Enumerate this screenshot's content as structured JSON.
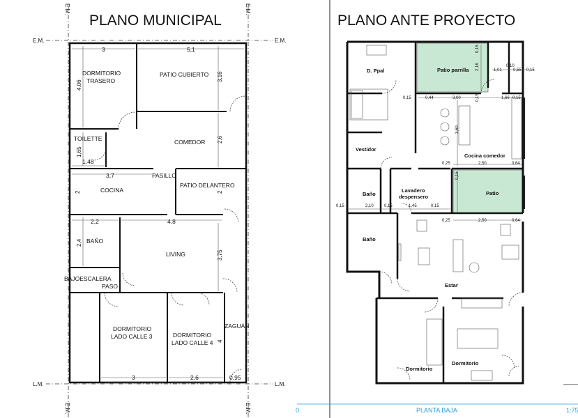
{
  "municipal": {
    "title": "PLANO MUNICIPAL",
    "axis_top_left": "E.M.",
    "axis_top_right": "E.M.",
    "axis_left": "E.M.",
    "axis_right": "E.M.",
    "axis_bottom_left": "L.M.",
    "axis_bottom_right": "L.M.",
    "axis_foot_left": "E.M.",
    "axis_foot_right": "E.M.",
    "rooms": {
      "dormitorio_trasero_1": "DORMITORIO",
      "dormitorio_trasero_2": "TRASERO",
      "patio_cubierto": "PATIO CUBIERTO",
      "toilette": "TOILETTE",
      "comedor": "COMEDOR",
      "pasillo": "PASILLO",
      "cocina": "COCINA",
      "patio_delantero": "PATIO DELANTERO",
      "bano": "BAÑO",
      "living": "LIVING",
      "bajoescalera": "BAJOESCALERA",
      "paso": "PASO",
      "dorm_calle3_1": "DORMITORIO",
      "dorm_calle3_2": "LADO CALLE 3",
      "dorm_calle4_1": "DORMITORIO",
      "dorm_calle4_2": "LADO CALLE 4",
      "zaguan": "ZAGUÁN"
    },
    "dims": {
      "d3_top": "3",
      "d51": "5,1",
      "d406": "4,06",
      "d316": "3,16",
      "d165": "1,65",
      "d148": "1,48",
      "d26_mid": "2,6",
      "d37": "3,7",
      "d2_cocina": "2",
      "d2_patio": "2",
      "d22": "2,2",
      "d48": "4,8",
      "d24": "2,4",
      "d375": "3,75",
      "d4": "4",
      "d3_bottom": "3",
      "d26_bottom": "2,6",
      "d095": "0,95"
    }
  },
  "anteproyecto": {
    "title": "PLANO ANTE PROYECTO",
    "rooms": {
      "d_ppal": "D. Ppal",
      "patio_parrilla": "Patio parrilla",
      "vestidor": "Vestidor",
      "cocina_comedor": "Cocina comedor",
      "bano_1": "Baño",
      "lavadero_1": "Lavadero",
      "lavadero_2": "despensero",
      "patio": "Patio",
      "bano_2": "Baño",
      "estar": "Estar",
      "dormitorio_1": "Dormitorio",
      "dormitorio_2": "Dormitorio"
    },
    "dims": {
      "v015_top": "0,15",
      "v216": "2,16",
      "d010": "0,10",
      "d101": "1,01",
      "d055": "0,55",
      "d015_a": "0,15",
      "d015_b": "0,15",
      "d044": "0,44",
      "d300": "3,00",
      "v015_mid": "0,15",
      "d166": "1,66",
      "d015_c": "0,15",
      "v360": "3,60",
      "d025_a": "0,25",
      "d250_a": "2,50",
      "d064_a": "0,64",
      "v015_patio": "0,15",
      "d015_d": "0,15",
      "d210": "2,10",
      "d015_e": "0,15",
      "d145": "1,45",
      "d015_f": "0,15",
      "d025_b": "0,25",
      "d250_b": "2,50",
      "d064_b": "0,64"
    },
    "footer_left": "0.",
    "footer_center": "PLANTA BAJA",
    "footer_right": "1:75"
  }
}
